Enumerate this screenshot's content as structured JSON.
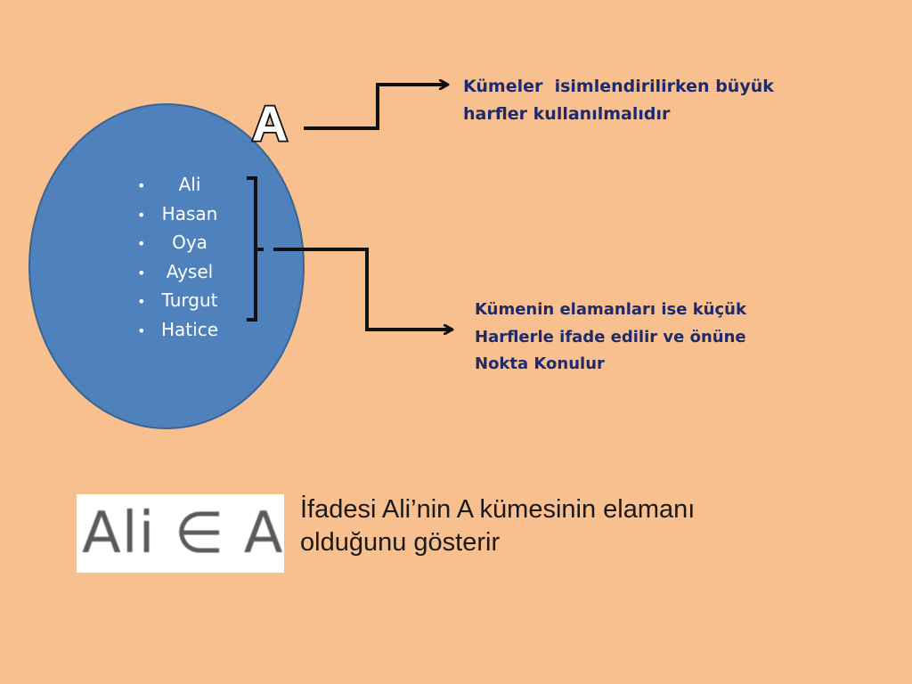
{
  "slide": {
    "background": "#F8BF8F"
  },
  "set": {
    "name": "A",
    "fill": "#4F81BD",
    "stroke": "#3A6494",
    "elements": [
      "Ali",
      "Hasan",
      "Oya",
      "Aysel",
      "Turgut",
      "Hatice"
    ],
    "bullet": "•"
  },
  "notes": {
    "naming": "Kümeler  isimlendirilirken büyük harfler kullanılmalıdır",
    "elements_lines": [
      "Kümenin elamanları ise küçük",
      "Harflerle ifade edilir ve önüne",
      "Nokta Konulur"
    ],
    "color": "#1F2A6B"
  },
  "membership": {
    "expression": "Ali ∈ A",
    "explanation_lines": [
      "İfadesi Ali’nin A kümesinin elamanı",
      "olduğunu gösterir"
    ]
  },
  "connectors": {
    "color": "#111111"
  }
}
